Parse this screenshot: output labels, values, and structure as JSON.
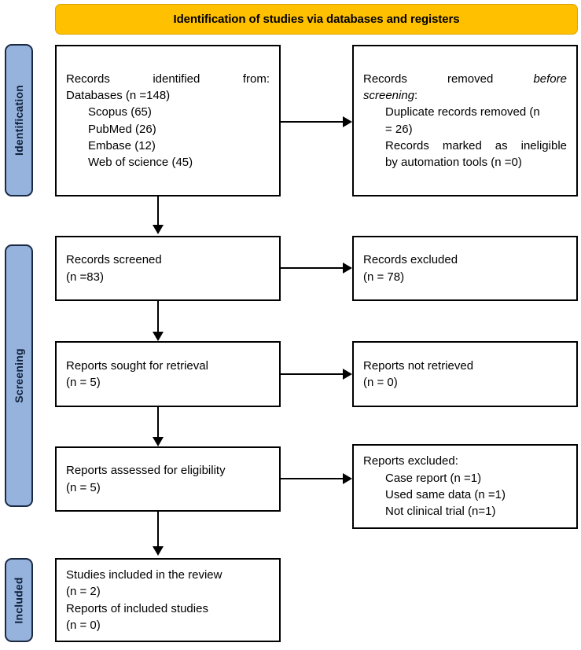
{
  "banner": {
    "title": "Identification of studies via databases and registers",
    "color": "#FFC000"
  },
  "stages": [
    {
      "label": "Identification",
      "color": "#95B3DC"
    },
    {
      "label": "Screening",
      "color": "#95B3DC"
    },
    {
      "label": "Included",
      "color": "#95B3DC"
    }
  ],
  "boxes": {
    "identified": {
      "l1": "Records identified from:",
      "l2": "Databases (n =148)",
      "l3": "Scopus (65)",
      "l4": "PubMed (26)",
      "l5": "Embase (12)",
      "l6": "Web of science (45)"
    },
    "removed": {
      "l1a": "Records removed ",
      "l1b": "before",
      "l2a": "screening",
      "l2b": ":",
      "l3": "Duplicate records removed (n",
      "l4": "= 26)",
      "l5": "Records marked as ineligible",
      "l6": "by automation tools (n =0)"
    },
    "screened": {
      "l1": "Records screened",
      "l2": "(n =83)"
    },
    "excluded_screen": {
      "l1": "Records excluded",
      "l2": "(n = 78)"
    },
    "sought": {
      "l1": "Reports sought for retrieval",
      "l2": "(n = 5)"
    },
    "not_retrieved": {
      "l1": "Reports not retrieved",
      "l2": "(n = 0)"
    },
    "assessed": {
      "l1": "Reports assessed for eligibility",
      "l2": "(n = 5)"
    },
    "excluded_elig": {
      "l1": "Reports excluded:",
      "l2": "Case report (n =1)",
      "l3": "Used same data (n =1)",
      "l4": "Not clinical trial (n=1)"
    },
    "included": {
      "l1": "Studies included in the review",
      "l2": "(n = 2)",
      "l3": "Reports of included studies",
      "l4": "(n = 0)"
    }
  }
}
